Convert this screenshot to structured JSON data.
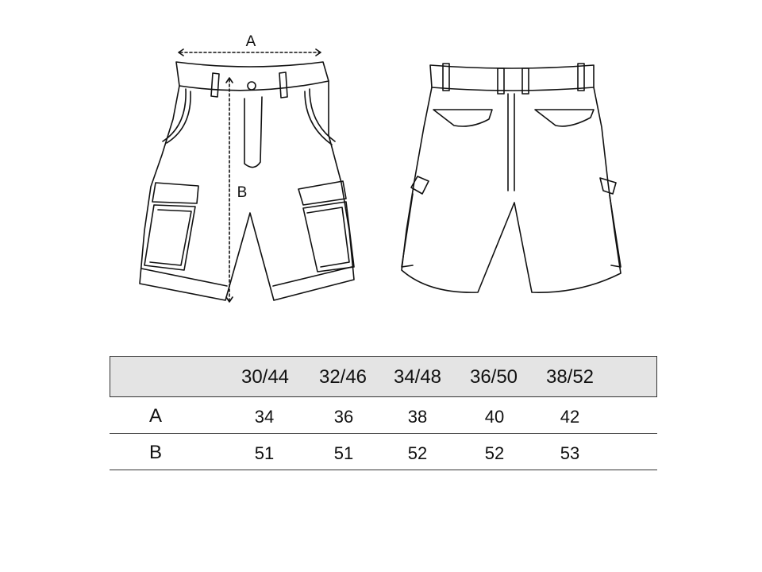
{
  "diagram": {
    "dimension_a_label": "A",
    "dimension_b_label": "B"
  },
  "size_table": {
    "sizes": [
      "30/44",
      "32/46",
      "34/48",
      "36/50",
      "38/52"
    ],
    "rows": [
      {
        "label": "A",
        "values": [
          "34",
          "36",
          "38",
          "40",
          "42"
        ]
      },
      {
        "label": "B",
        "values": [
          "51",
          "51",
          "52",
          "52",
          "53"
        ]
      }
    ]
  }
}
